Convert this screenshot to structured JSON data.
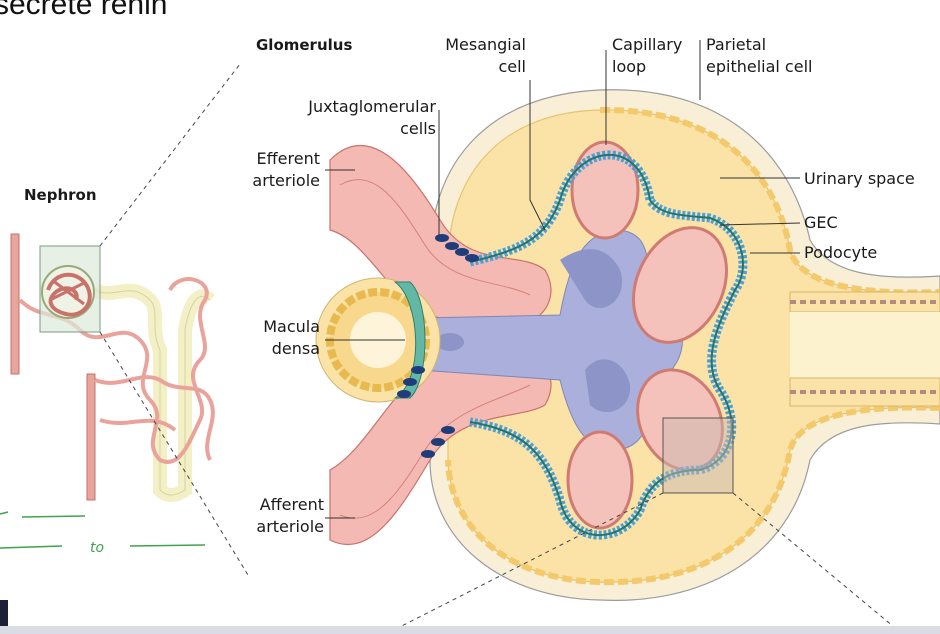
{
  "heading_partial": "secrete renin",
  "labels": {
    "glomerulus": "Glomerulus",
    "nephron": "Nephron",
    "mesangial": [
      "Mesangial",
      "cell"
    ],
    "capillary": [
      "Capillary",
      "loop"
    ],
    "parietal": [
      "Parietal",
      "epithelial cell"
    ],
    "juxta": [
      "Juxtaglomerular",
      "cells"
    ],
    "efferent": [
      "Efferent",
      "arteriole"
    ],
    "urinary": "Urinary space",
    "gec": "GEC",
    "podocyte": "Podocyte",
    "macula": [
      "Macula",
      "densa"
    ],
    "afferent": [
      "Afferent",
      "arteriole"
    ]
  },
  "handwriting": "to",
  "colors": {
    "capsule_fill": "#fbe6b4",
    "capsule_outer": "#f6ecd0",
    "arteriole": "#f2b7b0",
    "mesangium": "#a7aed6",
    "podocyte": "#7fb8e0",
    "macula": "#5fb7a4",
    "jg_cells": "#1f3d7a",
    "ink_green": "#3fa34d"
  }
}
